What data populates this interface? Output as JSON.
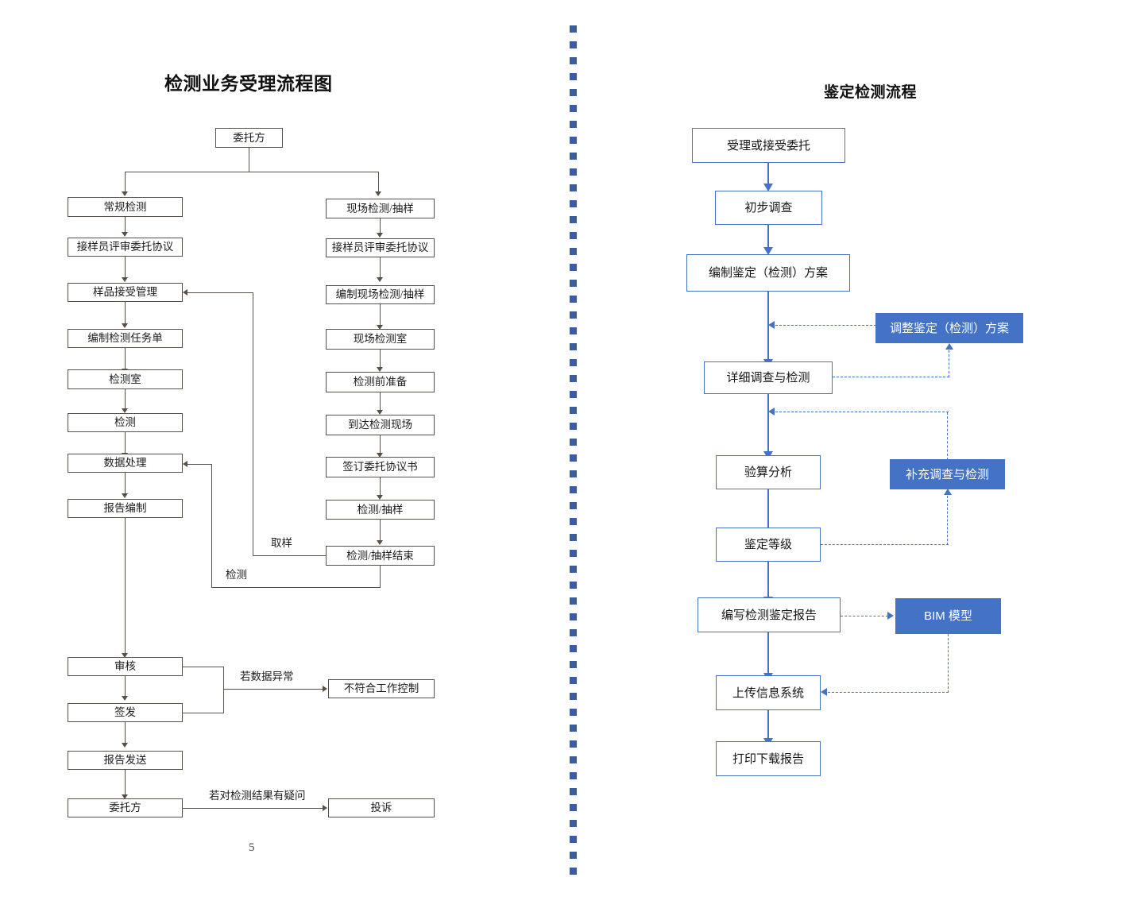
{
  "page": {
    "page_number": "5",
    "accent_blue": "#4472C4",
    "outline_gray": "#595148",
    "divider_color": "#3B5CA0"
  },
  "left_chart": {
    "title": "检测业务受理流程图",
    "nodes": {
      "client_top": "委托方",
      "routine_test": "常规检测",
      "reviewer_agreement_a": "接样员评审委托协议",
      "sample_receipt": "样品接受管理",
      "task_sheet": "编制检测任务单",
      "lab": "检测室",
      "testing": "检测",
      "data_processing": "数据处理",
      "report_prep": "报告编制",
      "review": "审核",
      "issue": "签发",
      "report_send": "报告发送",
      "client_bottom": "委托方",
      "nonconformity": "不符合工作控制",
      "complaint": "投诉",
      "onsite_test": "现场检测/抽样",
      "reviewer_agreement_b": "接样员评审委托协议",
      "prepare_onsite": "编制现场检测/抽样",
      "onsite_lab": "现场检测室",
      "pre_test_prep": "检测前准备",
      "arrive_site": "到达检测现场",
      "sign_agreement": "签订委托协议书",
      "test_sampling": "检测/抽样",
      "test_sampling_end": "检测/抽样结束"
    },
    "edge_labels": {
      "sampling": "取样",
      "testing": "检测",
      "data_abnormal": "若数据异常",
      "result_doubt": "若对检测结果有疑问"
    }
  },
  "right_chart": {
    "title": "鉴定检测流程",
    "nodes": {
      "accept": "受理或接受委托",
      "preliminary_survey": "初步调查",
      "plan": "编制鉴定（检测）方案",
      "detailed_survey": "详细调查与检测",
      "calc_analysis": "验算分析",
      "grade": "鉴定等级",
      "write_report": "编写检测鉴定报告",
      "upload": "上传信息系统",
      "print_download": "打印下载报告",
      "adjust_plan": "调整鉴定（检测）方案",
      "supplementary_survey": "补充调查与检测",
      "bim_model": "BIM 模型"
    }
  }
}
